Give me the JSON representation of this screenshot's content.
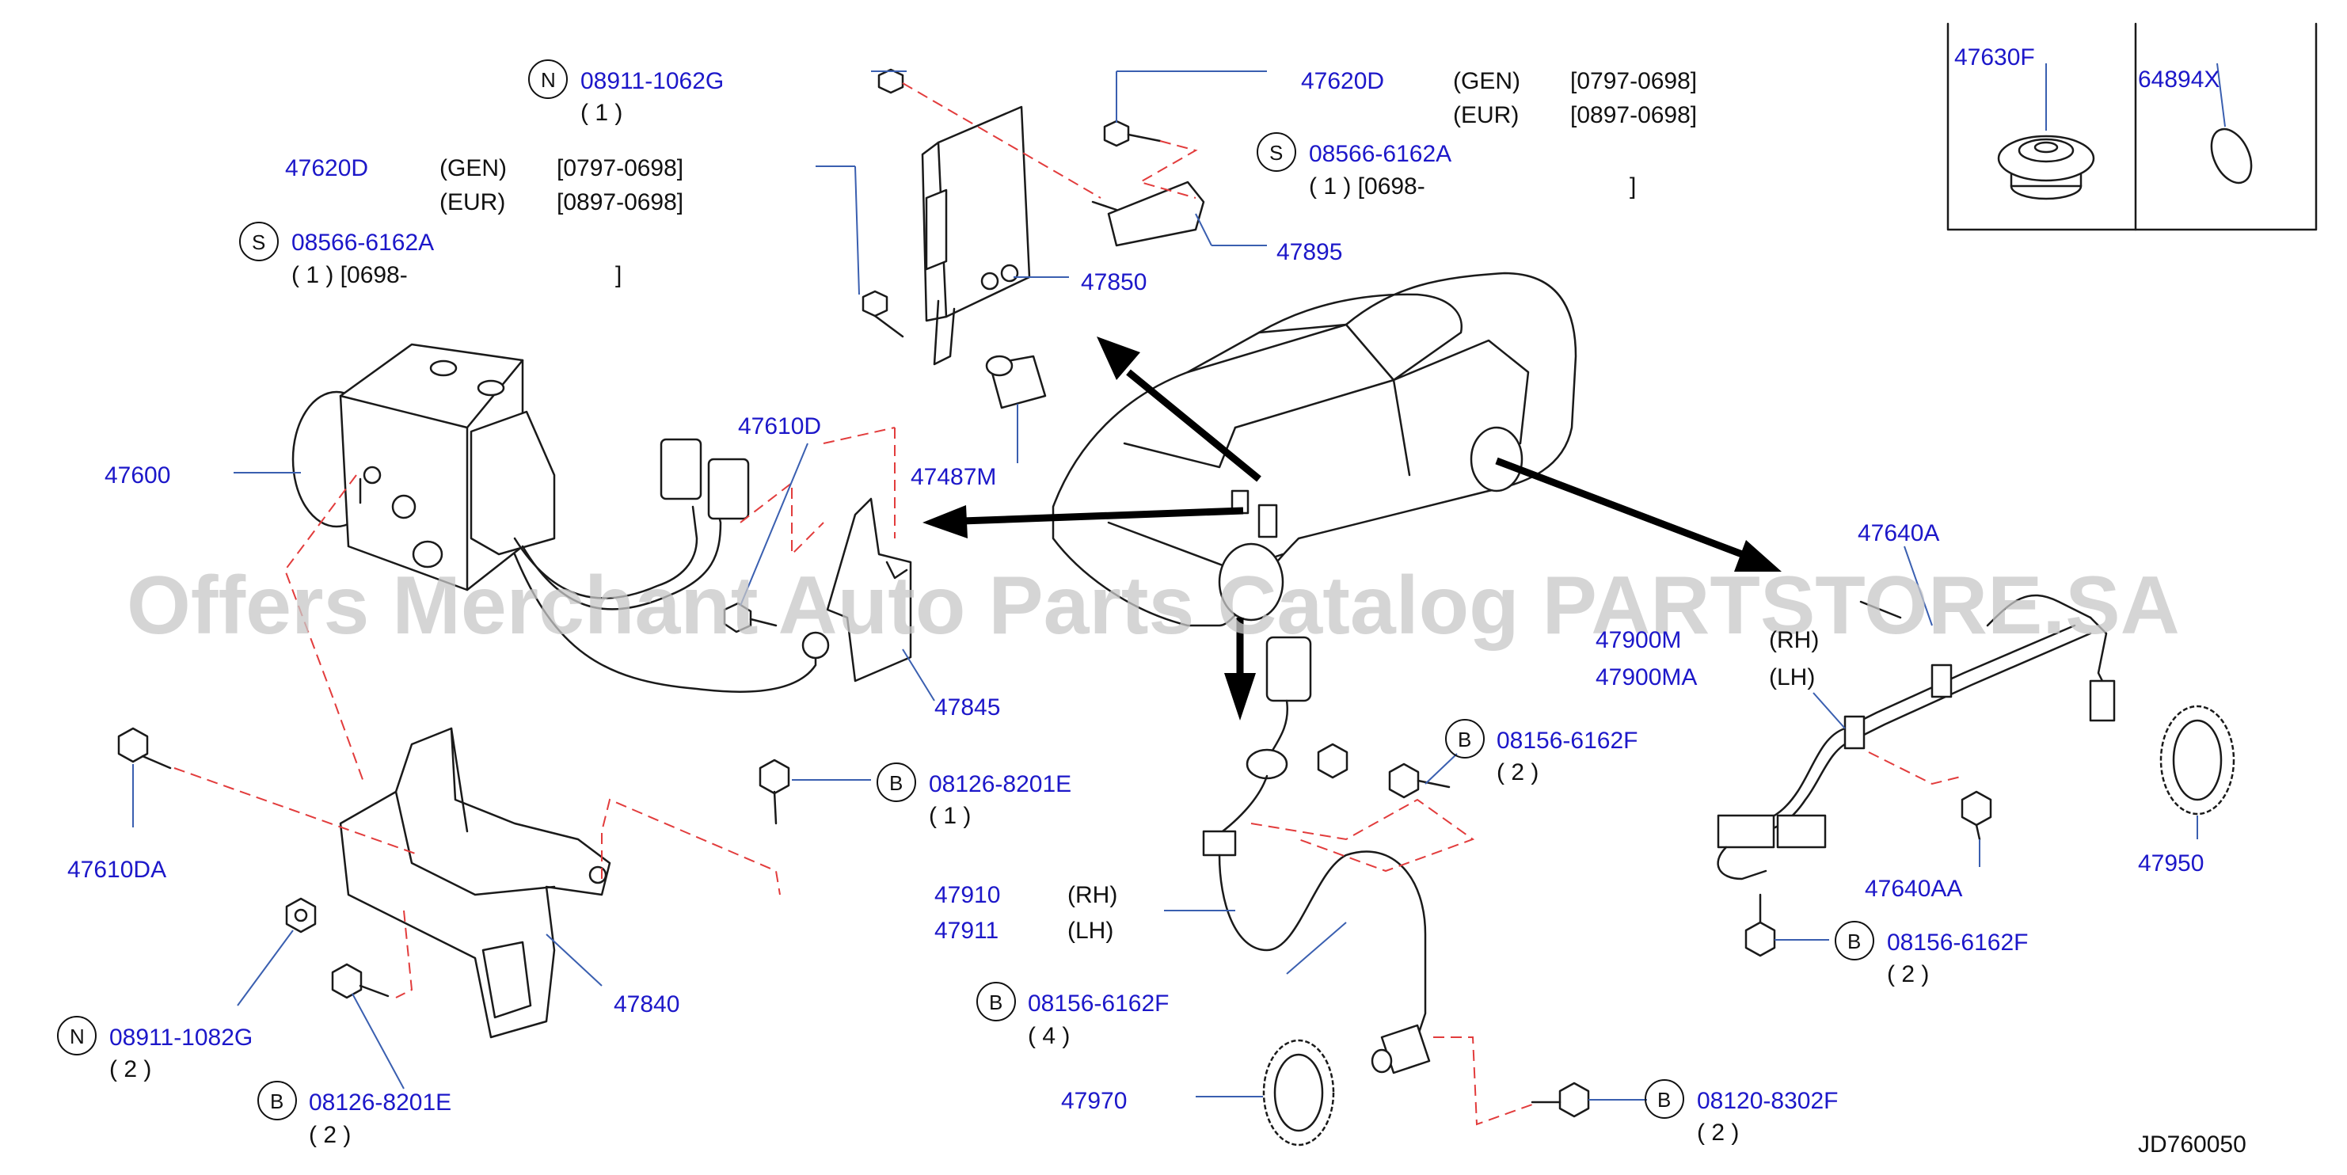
{
  "watermark": "Offers Merchant Auto Parts Catalog PARTSTORE.SA",
  "diagram_code": "JD760050",
  "colors": {
    "part_number": "#1c17c9",
    "leader_line": "#3a5fb0",
    "dashed_guide": "#e23c3c",
    "watermark": "#c8c8c8"
  },
  "labels": {
    "p47620d_top": "47620D",
    "gen_top": "(GEN)",
    "gen_top_range": "[0797-0698]",
    "eur_top": "(EUR)",
    "eur_top_range": "[0897-0698]",
    "s_top_mark": "S",
    "s_top_pn": "08566-6162A",
    "s_top_qty": "( 1 ) [0698-",
    "s_top_close": "]",
    "n_top_mark": "N",
    "n_top_pn": "08911-1062G",
    "n_top_qty": "( 1 )",
    "p47620d_left": "47620D",
    "gen_left": "(GEN)",
    "gen_left_range": "[0797-0698]",
    "eur_left": "(EUR)",
    "eur_left_range": "[0897-0698]",
    "s_left_mark": "S",
    "s_left_pn": "08566-6162A",
    "s_left_qty": "( 1 ) [0698-",
    "s_left_close": "]",
    "p47895": "47895",
    "p47850": "47850",
    "p47487m": "47487M",
    "p47610d": "47610D",
    "p47600": "47600",
    "p47845": "47845",
    "p47630f": "47630F",
    "p64894x": "64894X",
    "p47640a": "47640A",
    "p47900m": "47900M",
    "rh1": "(RH)",
    "p47900ma": "47900MA",
    "lh1": "(LH)",
    "p47640aa": "47640AA",
    "p47950": "47950",
    "b_rb_mark": "B",
    "b_rb_pn": "08156-6162F",
    "b_rb_qty": "( 2 )",
    "b_c1_mark": "B",
    "b_c1_pn": "08126-8201E",
    "b_c1_qty": "( 1 )",
    "b_c2_mark": "B",
    "b_c2_pn": "08156-6162F",
    "b_c2_qty": "( 2 )",
    "p47910": "47910",
    "rh2": "(RH)",
    "p47911": "47911",
    "lh2": "(LH)",
    "b_c3_mark": "B",
    "b_c3_pn": "08156-6162F",
    "b_c3_qty": "( 4 )",
    "p47970": "47970",
    "b_c4_mark": "B",
    "b_c4_pn": "08120-8302F",
    "b_c4_qty": "( 2 )",
    "p47610da": "47610DA",
    "p47840": "47840",
    "n_bl_mark": "N",
    "n_bl_pn": "08911-1082G",
    "n_bl_qty": "( 2 )",
    "b_bl_mark": "B",
    "b_bl_pn": "08126-8201E",
    "b_bl_qty": "( 2 )"
  }
}
